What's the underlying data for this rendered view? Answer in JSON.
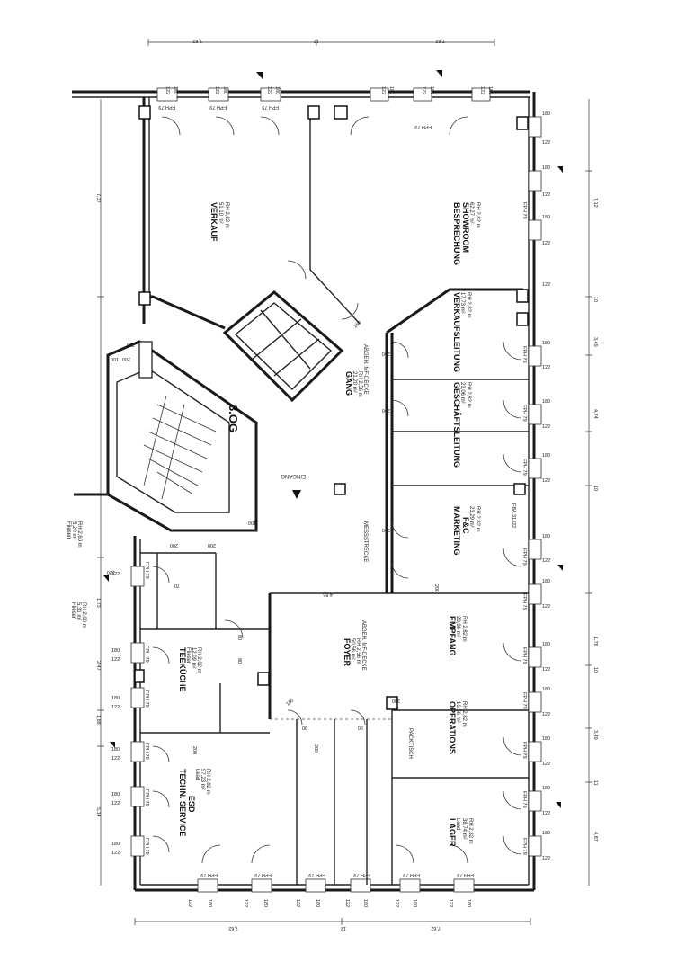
{
  "floor_label": "3.OG",
  "entrance_label": "EINGANG",
  "rooms": [
    {
      "id": "verkauf",
      "name_lines": [
        "VERKAUF"
      ],
      "sub_lines": [
        "51,10 m²",
        "RH 2,82 m"
      ]
    },
    {
      "id": "besprechung",
      "name_lines": [
        "BESPRECHUNG",
        "SHOWROOM"
      ],
      "sub_lines": [
        "62,27 m²",
        "RH 2,82 m"
      ]
    },
    {
      "id": "gang",
      "name_lines": [
        "GANG"
      ],
      "sub_lines": [
        "21,20 m²",
        "RH 2,56 m",
        "ABGEH. MF-DECKE"
      ]
    },
    {
      "id": "verkaufsleitung",
      "name_lines": [
        "VERKAUFSLEITUNG"
      ],
      "sub_lines": [
        "17,73 m²",
        "RH 2,82 m"
      ]
    },
    {
      "id": "geschaeftsleitung",
      "name_lines": [
        "GESCHÄFTSLEITUNG"
      ],
      "sub_lines": [
        "23,06 m²",
        "RH 2,82 m"
      ]
    },
    {
      "id": "marketing",
      "name_lines": [
        "MARKETING",
        "F&C"
      ],
      "sub_lines": [
        "23,29 m²",
        "RH 2,82 m"
      ]
    },
    {
      "id": "empfang",
      "name_lines": [
        "EMPFANG"
      ],
      "sub_lines": [
        "23,86 m²",
        "RH 2,82 m"
      ]
    },
    {
      "id": "operations",
      "name_lines": [
        "OPERATIONS"
      ],
      "sub_lines": [
        "16,56 m²",
        "RH 2,82 m"
      ]
    },
    {
      "id": "lager",
      "name_lines": [
        "LAGER"
      ],
      "sub_lines": [
        "Lead",
        "38,74 m²",
        "RH 2,82 m"
      ]
    },
    {
      "id": "foyer",
      "name_lines": [
        "FOYER"
      ],
      "sub_lines": [
        "50,56 m²",
        "RH 2,56 m",
        "ABGEH. MF-DECKE"
      ]
    },
    {
      "id": "teekueche",
      "name_lines": [
        "TEEKÜCHE"
      ],
      "sub_lines": [
        "Fliesen",
        "12,09 m²",
        "RH 2,82 m"
      ]
    },
    {
      "id": "techn_service",
      "name_lines": [
        "TECHN. SERVICE",
        "ESD"
      ],
      "sub_lines": [
        "Lead",
        "57,23 m²",
        "RH 2,82 m"
      ]
    },
    {
      "id": "wc1",
      "name_lines": [],
      "sub_lines": [
        "Fliesen",
        "5,20 m²",
        "RH 2,60 m"
      ]
    },
    {
      "id": "wc2",
      "name_lines": [],
      "sub_lines": [
        "Fliesen",
        "5,31 m²",
        "RH 2,60 m"
      ]
    }
  ],
  "labels": {
    "messstrecke": "MESSSTRECKE",
    "packtisch": "PACKTISCH",
    "fba": "FBA 31,/22"
  },
  "dimensions": {
    "top": [
      "7,62",
      "12",
      "7,62"
    ],
    "left": [
      "7,37",
      "5,14",
      "1,88",
      "2,47",
      "1,73"
    ],
    "right": [
      "7,12",
      "10",
      "3,49",
      "4,74",
      "10",
      "1,78",
      "10",
      "3,49",
      "11",
      "4,87"
    ],
    "center": [
      "4,85"
    ],
    "window_a": "122",
    "window_b": "180",
    "fph": "FPH 79",
    "door_200": "200",
    "door_100": "100",
    "door_80": "80",
    "door_90": "90",
    "door_160": "160",
    "door_70": "70",
    "door_120": "120"
  }
}
